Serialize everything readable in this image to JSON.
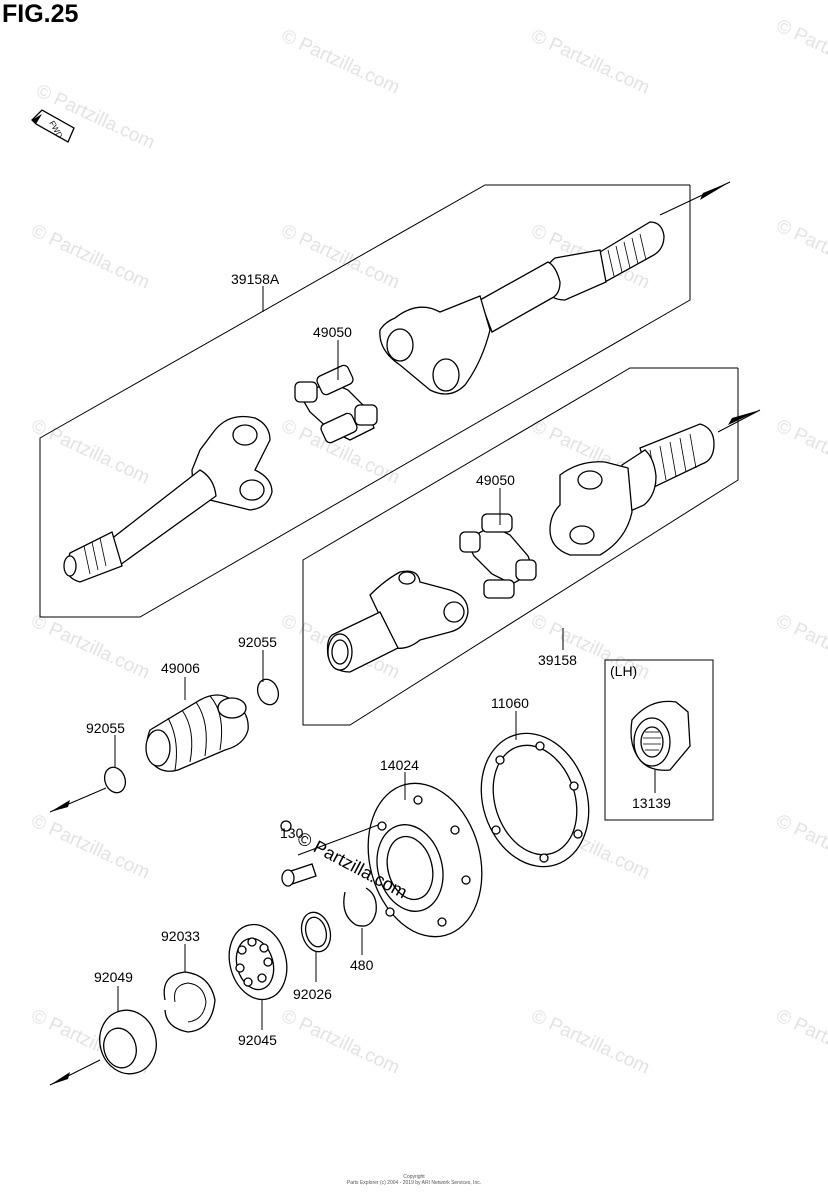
{
  "figure": {
    "title": "FIG.25",
    "direction_marker": "FWD"
  },
  "watermark": {
    "text": "© Partzilla.com"
  },
  "parts": [
    {
      "id": "p-39158A",
      "label": "39158A"
    },
    {
      "id": "p-49050-top",
      "label": "49050"
    },
    {
      "id": "p-49050-bottom",
      "label": "49050"
    },
    {
      "id": "p-39158",
      "label": "39158"
    },
    {
      "id": "p-49006",
      "label": "49006"
    },
    {
      "id": "p-92055-upper",
      "label": "92055"
    },
    {
      "id": "p-92055-lower",
      "label": "92055"
    },
    {
      "id": "p-11060",
      "label": "11060"
    },
    {
      "id": "p-14024",
      "label": "14024"
    },
    {
      "id": "p-lh",
      "label": "(LH)"
    },
    {
      "id": "p-13139",
      "label": "13139"
    },
    {
      "id": "p-130",
      "label": "130"
    },
    {
      "id": "p-92033",
      "label": "92033"
    },
    {
      "id": "p-480",
      "label": "480"
    },
    {
      "id": "p-92026",
      "label": "92026"
    },
    {
      "id": "p-92049",
      "label": "92049"
    },
    {
      "id": "p-92045",
      "label": "92045"
    }
  ],
  "footer": {
    "line1": "Copyright",
    "line2": "Parts Explorer (c) 2004 - 2019 by ARI Network Services, Inc."
  }
}
